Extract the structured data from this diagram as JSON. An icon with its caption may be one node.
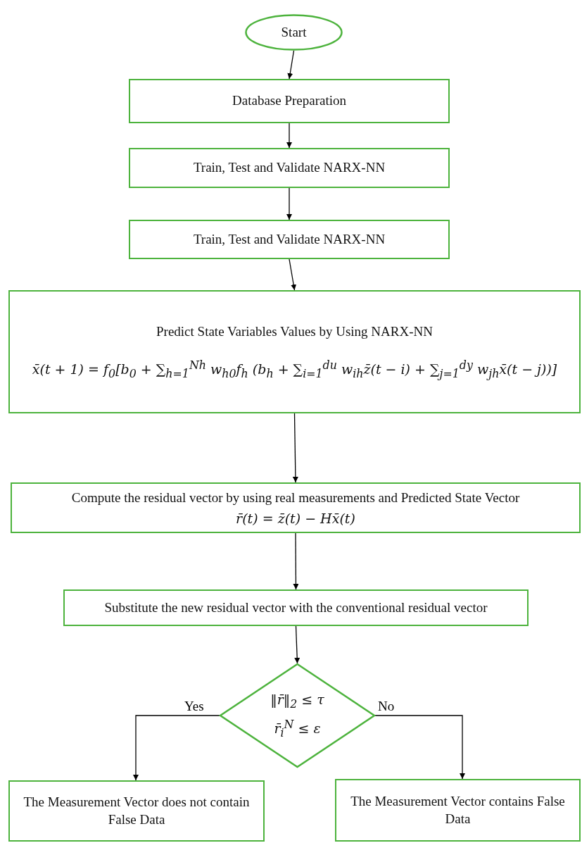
{
  "diagram": {
    "nodes": [
      {
        "text": [
          "Start"
        ]
      },
      {
        "text": [
          "Database Preparation"
        ]
      },
      {
        "text": [
          "Train, Test and Validate NARX-NN"
        ]
      },
      {
        "text": [
          "Train, Test and Validate NARX-NN"
        ]
      },
      {
        "text": [
          "Predict State Variables Values by Using NARX-NN",
          "x̄(t + 1) = f$_{0}$[b$_{0}$ + ∑$_{h=1}$$^{Nh}$ w$_{h0}$f$_{h}$ (b$_{h}$ + ∑$_{i=1}$$^{du}$ w$_{ih}$z̄(t − i) + ∑$_{j=1}$$^{dy}$ w$_{jh}$x̄(t − j))]"
        ]
      },
      {
        "text": [
          "Compute the residual vector by using real measurements and Predicted State Vector",
          "r̄(t) = z̄(t) − Hx̄(t)"
        ]
      },
      {
        "text": [
          "Substitute the new residual vector with the conventional residual vector"
        ]
      },
      {
        "text": [
          "‖r̄‖$_{2}$ ≤ τ",
          "r̄$_{i}$$^{N}$ ≤ ε"
        ]
      },
      {
        "text": [
          "The Measurement Vector does not contain False Data"
        ]
      },
      {
        "text": [
          "The Measurement Vector contains False Data"
        ]
      }
    ],
    "edges": [
      {
        "from": 0,
        "to": 1,
        "arrow": "to"
      },
      {
        "from": 1,
        "to": 2,
        "arrow": "to"
      },
      {
        "from": 2,
        "to": 3,
        "arrow": "to"
      },
      {
        "from": 3,
        "to": 4,
        "arrow": "to"
      },
      {
        "from": 4,
        "to": 5,
        "arrow": "to"
      },
      {
        "from": 5,
        "to": 6,
        "arrow": "to"
      },
      {
        "from": 6,
        "to": 7,
        "arrow": "to"
      },
      {
        "from": 7,
        "to": 8,
        "arrow": "to",
        "label": "Yes"
      },
      {
        "from": 7,
        "to": 9,
        "arrow": "to",
        "label": "No"
      }
    ]
  }
}
